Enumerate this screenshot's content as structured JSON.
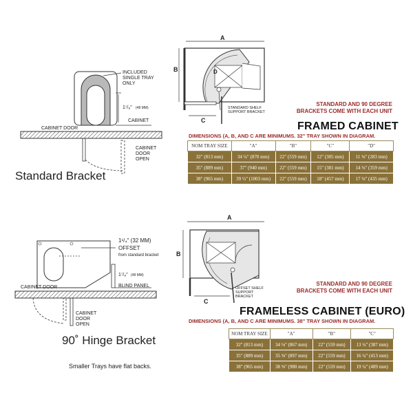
{
  "standard_bracket": {
    "included_label": "INCLUDED SINGLE TRAY ONLY",
    "height_dim": "1⁷/₈\"",
    "height_mm": "(48 mm)",
    "cabinet_label": "CABINET",
    "cabinet_door_label": "CABINET DOOR",
    "cabinet_door_open_label": "CABINET DOOR OPEN",
    "caption": "Standard Bracket"
  },
  "hinge_bracket": {
    "offset_dim": "1¹/₄\" (32 mm)",
    "offset_label": "OFFSET",
    "offset_note": "from standard bracket",
    "height_dim": "1⁷/₈\"",
    "height_mm": "(48 mm)",
    "blind_panel_label": "BLIND PANEL",
    "cabinet_door_label": "CABINET DOOR",
    "cabinet_door_open_label": "CABINET DOOR OPEN",
    "caption": "90˚ Hinge Bracket",
    "footnote": "Smaller Trays have flat backs."
  },
  "framed": {
    "dim_a": "A",
    "dim_b": "B",
    "dim_c": "C",
    "dim_d": "D",
    "support_label": "STANDARD SHELF SUPPORT BRACKET",
    "brackets_note_line1": "STANDARD AND 90 DEGREE",
    "brackets_note_line2": "BRACKETS COME WITH EACH UNIT",
    "title": "FRAMED CABINET",
    "subtitle": "DIMENSIONS (A, B, AND C ARE MINIMUMS.  32\" TRAY SHOWN IN DIAGRAM.",
    "table": {
      "headers": [
        "NOM TRAY SIZE",
        "\"A\"",
        "\"B\"",
        "\"C\"",
        "\"D\""
      ],
      "rows": [
        [
          "32\" (813 mm)",
          "34 ¼\" (870 mm)",
          "22\" (559 mm)",
          "12\" (305 mm)",
          "11 ⅛\" (283 mm)"
        ],
        [
          "35\" (889 mm)",
          "37\" (940 mm)",
          "22\" (559 mm)",
          "15\" (381 mm)",
          "14 ⅛\" (359 mm)"
        ],
        [
          "38\" (965 mm)",
          "39 ½\" (1003 mm)",
          "22\" (559 mm)",
          "18\" (457 mm)",
          "17 ⅛\" (435 mm)"
        ]
      ]
    }
  },
  "frameless": {
    "dim_a": "A",
    "dim_b": "B",
    "dim_c": "C",
    "support_label": "OFFSET SHELF SUPPORT BRACKET",
    "brackets_note_line1": "STANDARD AND 90 DEGREE",
    "brackets_note_line2": "BRACKETS COME WITH EACH UNIT",
    "title": "FRAMELESS CABINET (EURO)",
    "subtitle": "DIMENSIONS (A, B, AND C ARE MINIMUMS.  38\" TRAY SHOWN IN DIAGRAM.",
    "table": {
      "headers": [
        "NOM TRAY SIZE",
        "\"A\"",
        "\"B\"",
        "\"C\""
      ],
      "rows": [
        [
          "32\" (813 mm)",
          "34 ⅛\" (867 mm)",
          "22\" (559 mm)",
          "13 ¼\" (387 mm)"
        ],
        [
          "35\" (889 mm)",
          "35 ⅜\" (897 mm)",
          "22\" (559 mm)",
          "16 ¼\" (413 mm)"
        ],
        [
          "38\" (965 mm)",
          "38 ⅝\" (980 mm)",
          "22\" (559 mm)",
          "19 ¼\" (489 mm)"
        ]
      ]
    }
  },
  "colors": {
    "red": "#9c2a2a",
    "table_fill": "#8a7139",
    "bracket_gray": "#b9b9b9"
  }
}
